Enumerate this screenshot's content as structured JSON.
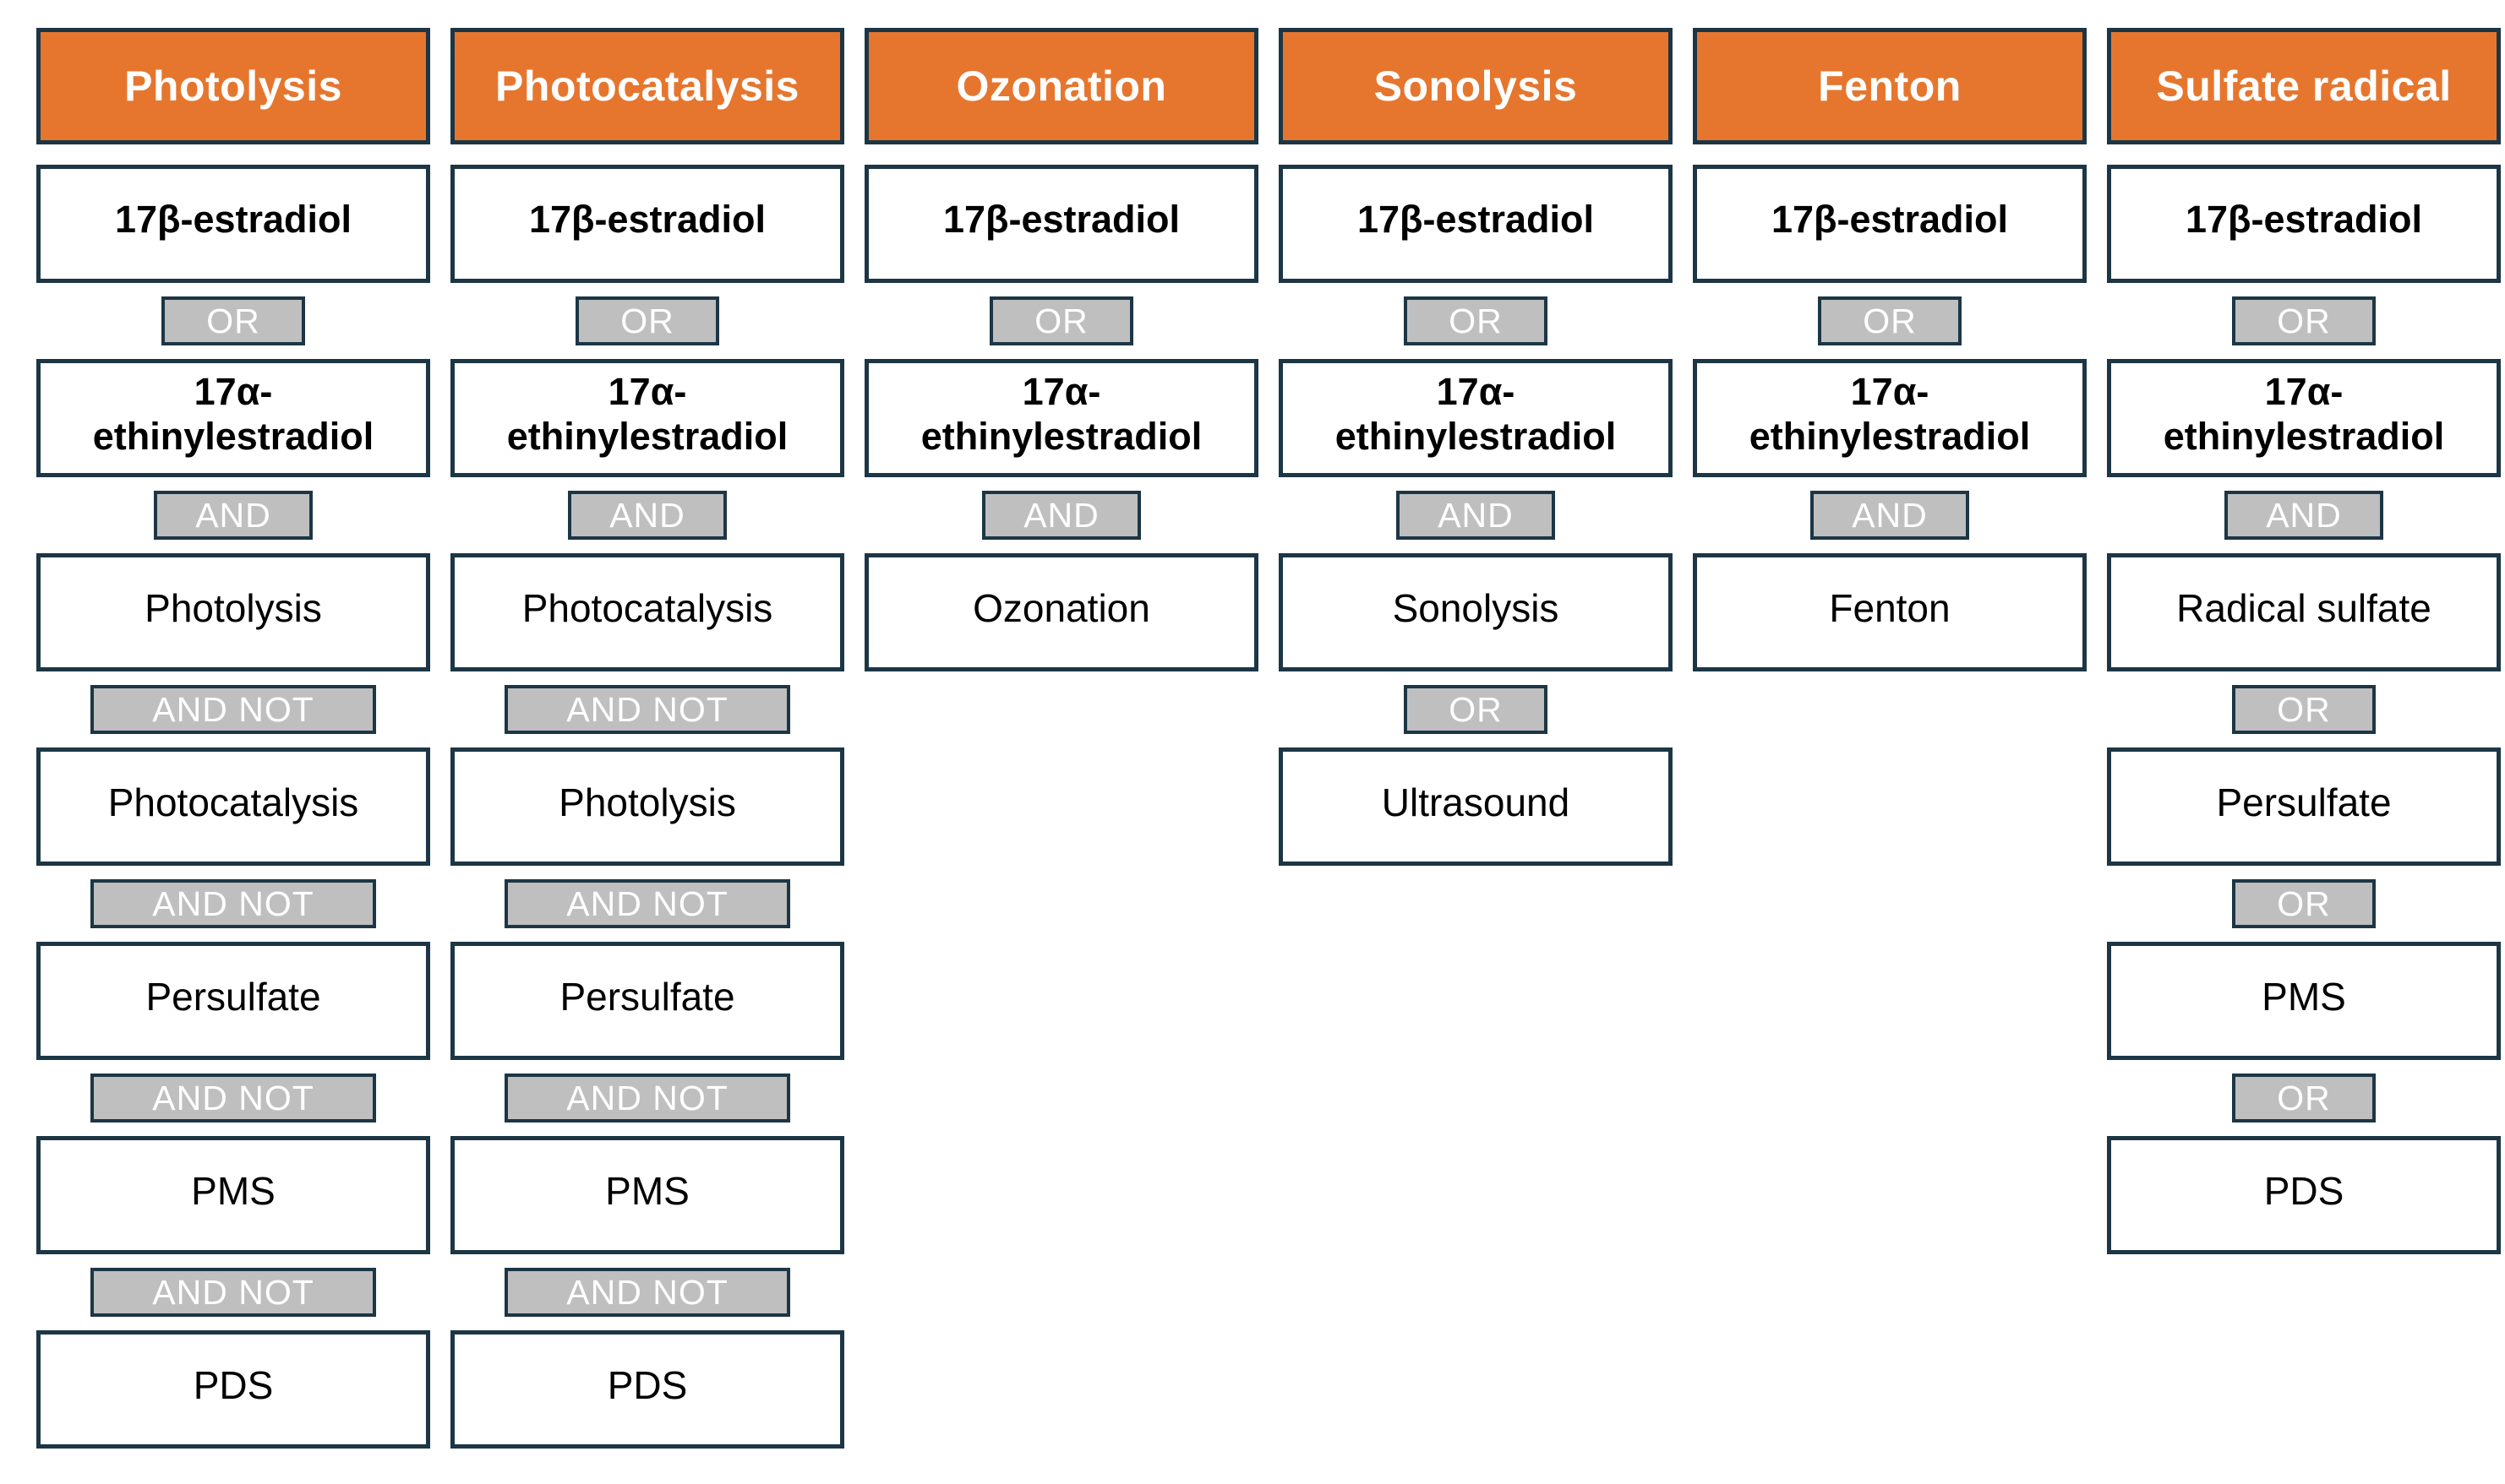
{
  "style": {
    "header_bg": "#E6762E",
    "header_text": "#FFFFFF",
    "border": "#1C3645",
    "operator_bg": "#BFBFBF",
    "operator_text": "#FFFFFF",
    "term_text": "#000000",
    "background": "#FFFFFF"
  },
  "columns": [
    {
      "header": "Photolysis",
      "items": [
        {
          "type": "term",
          "bold": true,
          "label": "17β-estradiol"
        },
        {
          "type": "op",
          "label": "OR"
        },
        {
          "type": "term",
          "bold": true,
          "label": "17α-\nethinylestradiol"
        },
        {
          "type": "op",
          "label": "AND"
        },
        {
          "type": "term",
          "bold": false,
          "label": "Photolysis"
        },
        {
          "type": "op",
          "label": "AND NOT"
        },
        {
          "type": "term",
          "bold": false,
          "label": "Photocatalysis"
        },
        {
          "type": "op",
          "label": "AND NOT"
        },
        {
          "type": "term",
          "bold": false,
          "label": "Persulfate"
        },
        {
          "type": "op",
          "label": "AND NOT"
        },
        {
          "type": "term",
          "bold": false,
          "label": "PMS"
        },
        {
          "type": "op",
          "label": "AND NOT"
        },
        {
          "type": "term",
          "bold": false,
          "label": "PDS"
        }
      ]
    },
    {
      "header": "Photocatalysis",
      "items": [
        {
          "type": "term",
          "bold": true,
          "label": "17β-estradiol"
        },
        {
          "type": "op",
          "label": "OR"
        },
        {
          "type": "term",
          "bold": true,
          "label": "17α-\nethinylestradiol"
        },
        {
          "type": "op",
          "label": "AND"
        },
        {
          "type": "term",
          "bold": false,
          "label": "Photocatalysis"
        },
        {
          "type": "op",
          "label": "AND NOT"
        },
        {
          "type": "term",
          "bold": false,
          "label": "Photolysis"
        },
        {
          "type": "op",
          "label": "AND NOT"
        },
        {
          "type": "term",
          "bold": false,
          "label": "Persulfate"
        },
        {
          "type": "op",
          "label": "AND NOT"
        },
        {
          "type": "term",
          "bold": false,
          "label": "PMS"
        },
        {
          "type": "op",
          "label": "AND NOT"
        },
        {
          "type": "term",
          "bold": false,
          "label": "PDS"
        }
      ]
    },
    {
      "header": "Ozonation",
      "items": [
        {
          "type": "term",
          "bold": true,
          "label": "17β-estradiol"
        },
        {
          "type": "op",
          "label": "OR"
        },
        {
          "type": "term",
          "bold": true,
          "label": "17α-\nethinylestradiol"
        },
        {
          "type": "op",
          "label": "AND"
        },
        {
          "type": "term",
          "bold": false,
          "label": "Ozonation"
        }
      ]
    },
    {
      "header": "Sonolysis",
      "items": [
        {
          "type": "term",
          "bold": true,
          "label": "17β-estradiol"
        },
        {
          "type": "op",
          "label": "OR"
        },
        {
          "type": "term",
          "bold": true,
          "label": "17α-\nethinylestradiol"
        },
        {
          "type": "op",
          "label": "AND"
        },
        {
          "type": "term",
          "bold": false,
          "label": "Sonolysis"
        },
        {
          "type": "op",
          "label": "OR"
        },
        {
          "type": "term",
          "bold": false,
          "label": "Ultrasound"
        }
      ]
    },
    {
      "header": "Fenton",
      "items": [
        {
          "type": "term",
          "bold": true,
          "label": "17β-estradiol"
        },
        {
          "type": "op",
          "label": "OR"
        },
        {
          "type": "term",
          "bold": true,
          "label": "17α-\nethinylestradiol"
        },
        {
          "type": "op",
          "label": "AND"
        },
        {
          "type": "term",
          "bold": false,
          "label": "Fenton"
        }
      ]
    },
    {
      "header": "Sulfate radical",
      "items": [
        {
          "type": "term",
          "bold": true,
          "label": "17β-estradiol"
        },
        {
          "type": "op",
          "label": "OR"
        },
        {
          "type": "term",
          "bold": true,
          "label": "17α-\nethinylestradiol"
        },
        {
          "type": "op",
          "label": "AND"
        },
        {
          "type": "term",
          "bold": false,
          "label": "Radical sulfate"
        },
        {
          "type": "op",
          "label": "OR"
        },
        {
          "type": "term",
          "bold": false,
          "label": "Persulfate"
        },
        {
          "type": "op",
          "label": "OR"
        },
        {
          "type": "term",
          "bold": false,
          "label": "PMS"
        },
        {
          "type": "op",
          "label": "OR"
        },
        {
          "type": "term",
          "bold": false,
          "label": "PDS"
        }
      ]
    }
  ]
}
